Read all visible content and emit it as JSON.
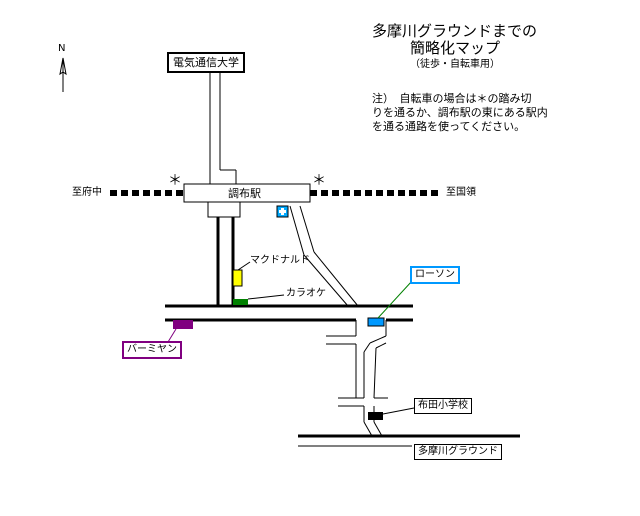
{
  "title": {
    "line1": "多摩川グラウンドまでの",
    "line2": "簡略化マップ",
    "mode": "（徒歩・自転車用）"
  },
  "note": {
    "line1": "注）　自転車の場合は＊の踏み切",
    "line2": "りを通るか、調布駅の東にある駅内",
    "line3": "を通る通路を使ってください。"
  },
  "compass": {
    "north": "N"
  },
  "places": {
    "university": "電気通信大学",
    "station": "調布駅",
    "mcdonalds": "マクドナルド",
    "karaoke": "カラオケ",
    "lawson": "ローソン",
    "bamiyan": "バーミヤン",
    "school": "布田小学校",
    "ground": "多摩川グラウンド"
  },
  "directions": {
    "west": "至府中",
    "east": "至国領"
  },
  "crossing_marker": "＊",
  "colors": {
    "lawson": "#0099ff",
    "bamiyan": "#800080",
    "mcdonalds": "#ffff00",
    "karaoke": "#008000",
    "school": "#000000",
    "hospital": "#00aaff"
  },
  "icons": {
    "hospital": "hospital-cross-icon",
    "north": "north-arrow-icon"
  }
}
